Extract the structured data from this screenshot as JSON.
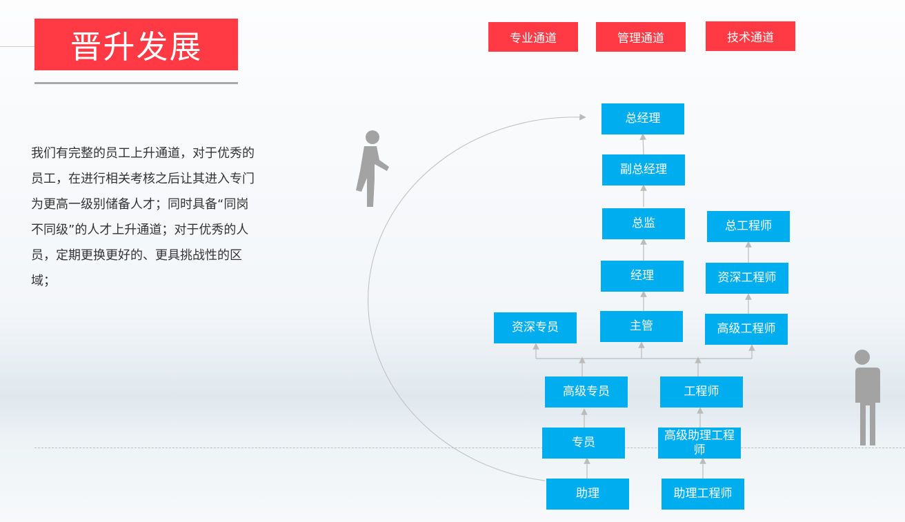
{
  "title": "晋升发展",
  "description": "我们有完整的员工上升通道，对于优秀的员工，在进行相关考核之后让其进入专门为更高一级别储备人才；同时具备“同岗不同级”的人才上升通道；对于优秀的人员，定期更换更好的、更具挑战性的区域；",
  "channels": [
    "专业通道",
    "管理通道",
    "技术通道"
  ],
  "boxes": {
    "gm": "总经理",
    "vgm": "副总经理",
    "director": "总监",
    "manager": "经理",
    "supervisor": "主管",
    "senior_specialist": "资深专员",
    "high_specialist": "高级专员",
    "specialist": "专员",
    "assistant": "助理",
    "chief_engineer": "总工程师",
    "senior_engineer": "资深工程师",
    "high_engineer": "高级工程师",
    "engineer": "工程师",
    "high_asst_engineer": "高级助理工程师",
    "asst_engineer": "助理工程师"
  },
  "colors": {
    "red": "#ff3a44",
    "blue": "#00aeef"
  }
}
